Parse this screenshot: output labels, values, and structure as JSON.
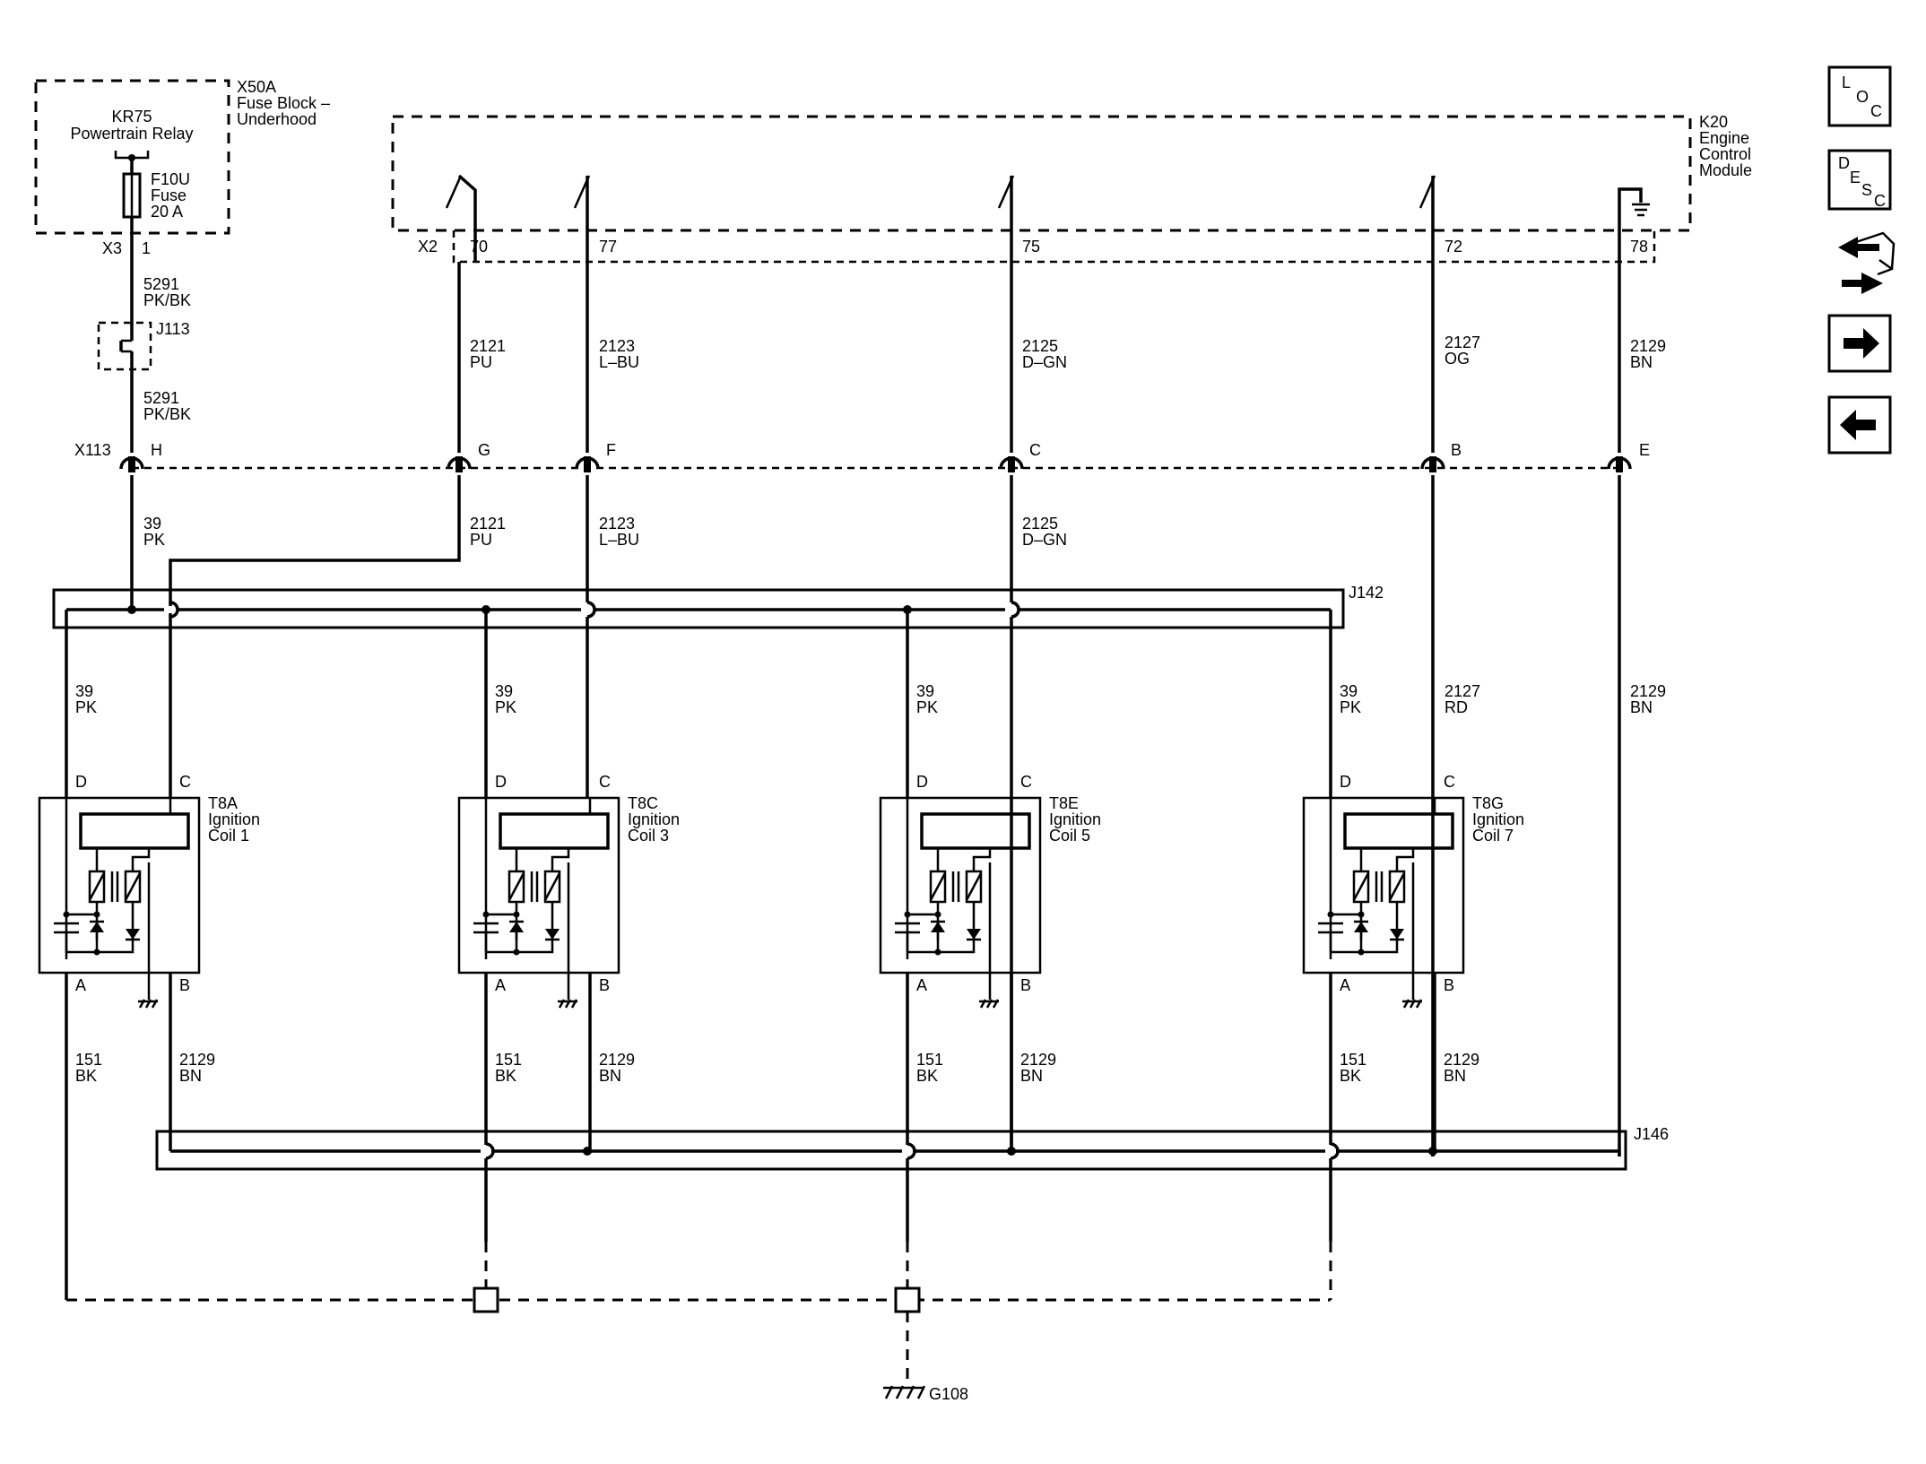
{
  "fuse_block": {
    "ref": "X50A",
    "name_line1": "Fuse Block –",
    "name_line2": "Underhood",
    "relay_ref": "KR75",
    "relay_name": "Powertrain Relay",
    "fuse_ref": "F10U",
    "fuse_word": "Fuse",
    "fuse_rating": "20 A",
    "connector": "X3",
    "pin": "1"
  },
  "ecm": {
    "ref": "K20",
    "line1": "Engine",
    "line2": "Control",
    "line3": "Module",
    "connector": "X2",
    "pins": [
      "70",
      "77",
      "75",
      "72",
      "78"
    ]
  },
  "splice_j113": "J113",
  "upper_wires": {
    "w5291_a": {
      "circuit": "5291",
      "color": "PK/BK"
    },
    "w5291_b": {
      "circuit": "5291",
      "color": "PK/BK"
    },
    "w2121": {
      "circuit": "2121",
      "color": "PU"
    },
    "w2123": {
      "circuit": "2123",
      "color": "L–BU"
    },
    "w2125": {
      "circuit": "2125",
      "color": "D–GN"
    },
    "w2127": {
      "circuit": "2127",
      "color": "OG"
    },
    "w2129": {
      "circuit": "2129",
      "color": "BN"
    }
  },
  "x113": {
    "ref": "X113",
    "pins": [
      "H",
      "G",
      "F",
      "C",
      "B",
      "E"
    ]
  },
  "mid_wires": {
    "w39": {
      "circuit": "39",
      "color": "PK"
    },
    "w2121": {
      "circuit": "2121",
      "color": "PU"
    },
    "w2123": {
      "circuit": "2123",
      "color": "L–BU"
    },
    "w2125": {
      "circuit": "2125",
      "color": "D–GN"
    }
  },
  "splice_j142": "J142",
  "splice_j146": "J146",
  "coil_feed_wires": [
    {
      "circuit": "39",
      "color": "PK"
    },
    {
      "circuit": "39",
      "color": "PK"
    },
    {
      "circuit": "39",
      "color": "PK"
    },
    {
      "circuit": "39",
      "color": "PK"
    }
  ],
  "right_wires": {
    "w2127": {
      "circuit": "2127",
      "color": "RD"
    },
    "w2129": {
      "circuit": "2129",
      "color": "BN"
    }
  },
  "coils": [
    {
      "ref": "T8A",
      "line1": "Ignition",
      "line2": "Coil 1",
      "pin_d": "D",
      "pin_c": "C",
      "pin_a": "A",
      "pin_b": "B",
      "wire_a": {
        "circuit": "151",
        "color": "BK"
      },
      "wire_b": {
        "circuit": "2129",
        "color": "BN"
      }
    },
    {
      "ref": "T8C",
      "line1": "Ignition",
      "line2": "Coil 3",
      "pin_d": "D",
      "pin_c": "C",
      "pin_a": "A",
      "pin_b": "B",
      "wire_a": {
        "circuit": "151",
        "color": "BK"
      },
      "wire_b": {
        "circuit": "2129",
        "color": "BN"
      }
    },
    {
      "ref": "T8E",
      "line1": "Ignition",
      "line2": "Coil 5",
      "pin_d": "D",
      "pin_c": "C",
      "pin_a": "A",
      "pin_b": "B",
      "wire_a": {
        "circuit": "151",
        "color": "BK"
      },
      "wire_b": {
        "circuit": "2129",
        "color": "BN"
      }
    },
    {
      "ref": "T8G",
      "line1": "Ignition",
      "line2": "Coil 7",
      "pin_d": "D",
      "pin_c": "C",
      "pin_a": "A",
      "pin_b": "B",
      "wire_a": {
        "circuit": "151",
        "color": "BK"
      },
      "wire_b": {
        "circuit": "2129",
        "color": "BN"
      }
    }
  ],
  "ground": "G108",
  "side_nav": {
    "loc": {
      "l": "L",
      "o": "O",
      "c": "C"
    },
    "desc": {
      "d": "D",
      "e": "E",
      "s": "S",
      "c": "C"
    }
  }
}
